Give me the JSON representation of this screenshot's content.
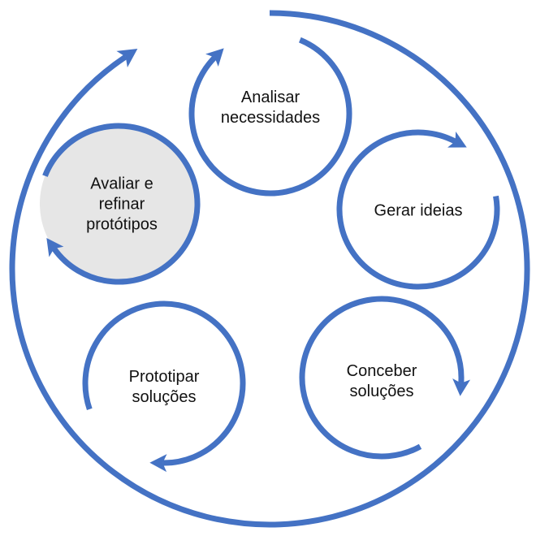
{
  "diagram": {
    "title": "",
    "accent_color": "#4472c4",
    "highlight_fill": "#e6e6e6",
    "steps": [
      {
        "id": "analisar",
        "lines": [
          "Analisar",
          "necessidades"
        ],
        "highlighted": false
      },
      {
        "id": "gerar",
        "lines": [
          "Gerar ideias"
        ],
        "highlighted": false
      },
      {
        "id": "conceber",
        "lines": [
          "Conceber",
          "soluções"
        ],
        "highlighted": false
      },
      {
        "id": "prototipar",
        "lines": [
          "Prototipar",
          "soluções"
        ],
        "highlighted": false
      },
      {
        "id": "avaliar",
        "lines": [
          "Avaliar e",
          "refinar",
          "protótipos"
        ],
        "highlighted": true
      }
    ]
  }
}
